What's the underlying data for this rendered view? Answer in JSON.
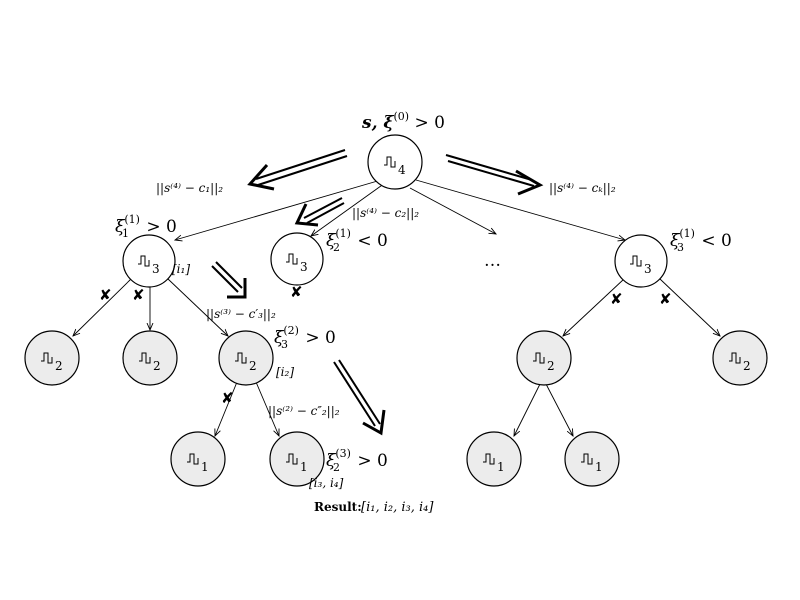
{
  "root": {
    "label_main": "s, ξ",
    "label_sup": "(0)",
    "label_cmp": " > 0",
    "node_level": "4"
  },
  "edge_labels": {
    "left": "||s⁽⁴⁾ − c₁||₂",
    "middle": "||s⁽⁴⁾ − c₂||₂",
    "right": "||s⁽⁴⁾ − cₖ||₂",
    "level2": "||s⁽³⁾ − c′₃||₂",
    "level3": "||s⁽²⁾ − c″₂||₂"
  },
  "level1": {
    "left": {
      "xi_base": "ξ",
      "xi_sup": "(1)",
      "xi_sub": "1",
      "cmp": " > 0",
      "node_level": "3",
      "index": "[i₁]"
    },
    "middle": {
      "xi_base": "ξ",
      "xi_sup": "(1)",
      "xi_sub": "2",
      "cmp": " < 0",
      "node_level": "3"
    },
    "ellipsis": "…",
    "right": {
      "xi_base": "ξ",
      "xi_sup": "(1)",
      "xi_sub": "3",
      "cmp": " < 0",
      "node_level": "3"
    }
  },
  "level2": {
    "n1": {
      "node_level": "2"
    },
    "n2": {
      "node_level": "2"
    },
    "n3": {
      "node_level": "2",
      "xi_base": "ξ",
      "xi_sup": "(2)",
      "xi_sub": "3",
      "cmp": " > 0",
      "index": "[i₂]"
    },
    "n4": {
      "node_level": "2"
    },
    "n5": {
      "node_level": "2"
    }
  },
  "level3": {
    "n1": {
      "node_level": "1"
    },
    "n2": {
      "node_level": "1",
      "xi_base": "ξ",
      "xi_sup": "(3)",
      "xi_sub": "2",
      "cmp": " > 0",
      "index": "[i₃, i₄]"
    },
    "n3": {
      "node_level": "1"
    },
    "n4": {
      "node_level": "1"
    }
  },
  "result": {
    "label": "Result:",
    "value": "[i₁, i₂, i₃, i₄]"
  },
  "colors": {
    "root_fill": "#ffffff",
    "node_fill": "#ffffff",
    "leaf_fill": "#ececec"
  },
  "icons": {
    "node_glyph": "staircase-signal-icon",
    "pruned_mark": "cross-mark-icon"
  }
}
